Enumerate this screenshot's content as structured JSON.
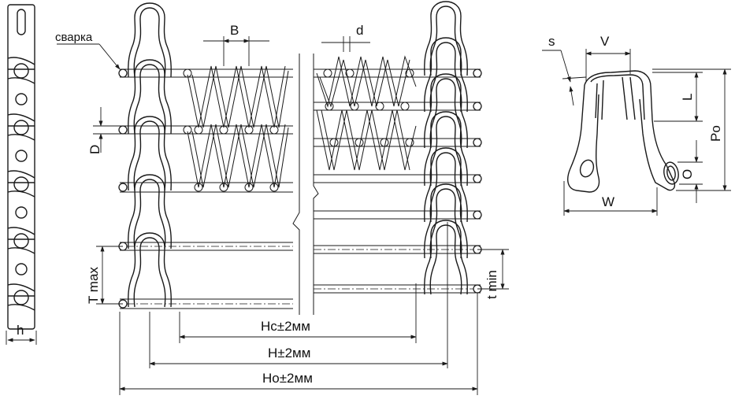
{
  "labels": {
    "weld": "сварка",
    "pitch_b": "B",
    "wire_d": "d",
    "d_rod": "D",
    "t_max": "T max",
    "t_min": "t min",
    "h": "h",
    "hc": "Hc±2мм",
    "h_total": "H±2мм",
    "ho": "Ho±2мм",
    "s": "s",
    "v": "V",
    "l": "L",
    "po": "Po",
    "o": "O",
    "w": "W"
  },
  "colors": {
    "ink": "#1a1a1a",
    "background": "#ffffff"
  }
}
